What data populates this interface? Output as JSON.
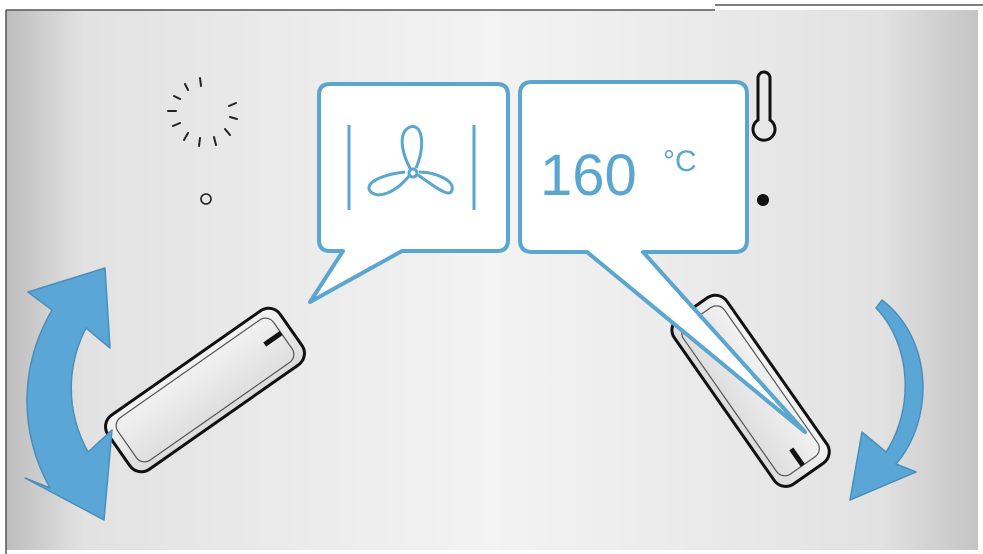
{
  "temperature": {
    "value": "160",
    "unit": "°C"
  },
  "icons": {
    "left_panel_icon": "light-dashed-icon",
    "fan_icon": "fan-icon",
    "thermometer_icon": "thermometer-icon"
  },
  "colors": {
    "accent_blue": "#5aa6cf",
    "arrow_blue": "#5aa6d6",
    "panel_gradient_edge": "#c8c8c8",
    "panel_gradient_center": "#f2f2f2",
    "knob_fill": "#e8e8e8",
    "knob_outline": "#111111"
  },
  "indicators": {
    "left_indicator_state": "off",
    "right_indicator_state": "on"
  }
}
